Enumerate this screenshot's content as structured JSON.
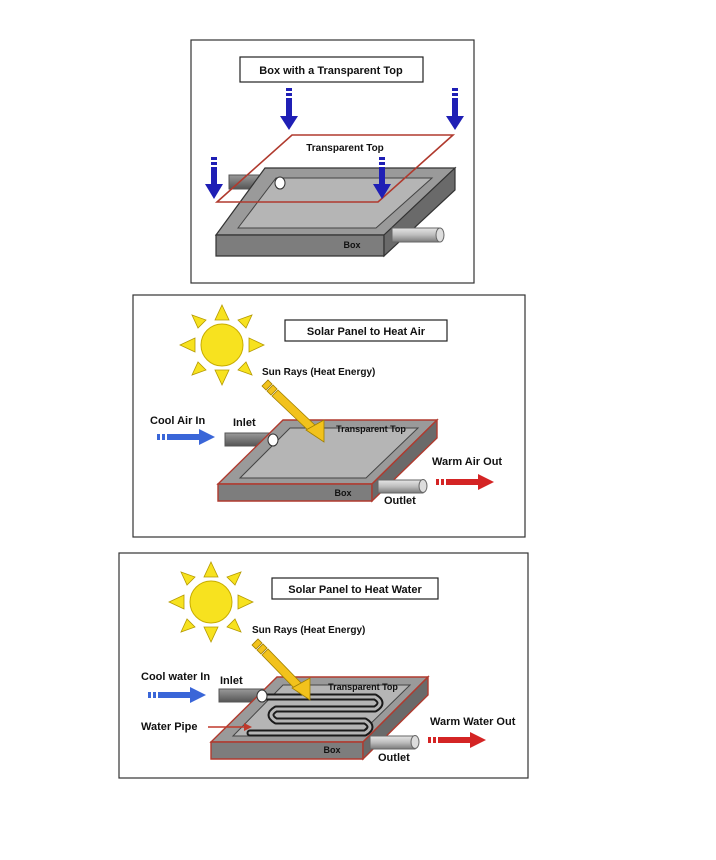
{
  "panel1": {
    "title": "Box with a Transparent Top",
    "transparent_top_label": "Transparent Top",
    "box_label": "Box"
  },
  "panel2": {
    "title": "Solar Panel to Heat Air",
    "sun_rays_label": "Sun Rays (Heat Energy)",
    "cool_air_label": "Cool Air In",
    "inlet_label": "Inlet",
    "transparent_top_label": "Transparent Top",
    "warm_air_label": "Warm Air Out",
    "box_label": "Box",
    "outlet_label": "Outlet"
  },
  "panel3": {
    "title": "Solar Panel to Heat Water",
    "sun_rays_label": "Sun Rays (Heat Energy)",
    "cool_water_label": "Cool water In",
    "inlet_label": "Inlet",
    "transparent_top_label": "Transparent Top",
    "water_pipe_label": "Water Pipe",
    "warm_water_label": "Warm Water Out",
    "box_label": "Box",
    "outlet_label": "Outlet"
  },
  "colors": {
    "box_top": "#9a9a9a",
    "box_front": "#7d7d7d",
    "box_inner": "#b4b4b4",
    "frame_red": "#b03a2e",
    "blue_arrow": "#1f1fb5",
    "light_blue_arrow": "#3a66d8",
    "red_arrow": "#d42424",
    "sun": "#f7e21f",
    "ray_arrow": "#f2c21c"
  }
}
